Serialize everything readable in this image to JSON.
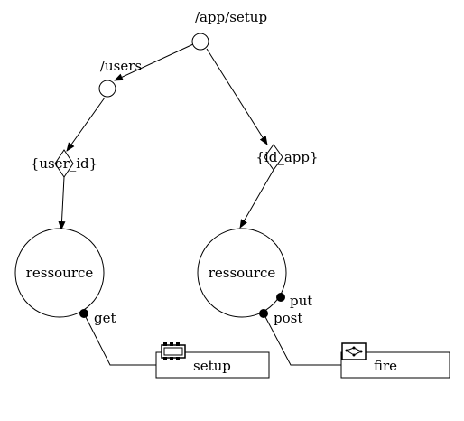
{
  "nodes": {
    "root": "/app/setup",
    "users": "/users",
    "user_id": "{user_id}",
    "id_app": "{id_app}",
    "resource_left": "ressource",
    "resource_right": "ressource"
  },
  "methods": {
    "get": "get",
    "put": "put",
    "post": "post"
  },
  "handlers": {
    "setup": "setup",
    "fire": "fire"
  }
}
